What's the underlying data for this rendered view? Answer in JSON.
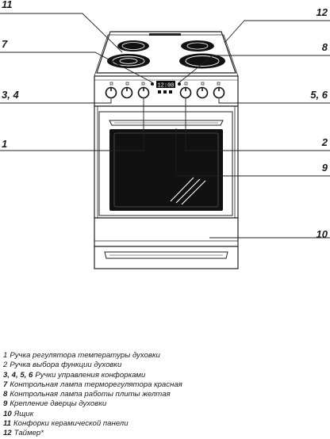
{
  "callouts": {
    "c1": "1",
    "c2": "2",
    "c34": "3, 4",
    "c56": "5, 6",
    "c7": "7",
    "c8": "8",
    "c9": "9",
    "c10": "10",
    "c11": "11",
    "c12": "12"
  },
  "display": {
    "time": "12:00"
  },
  "legend": [
    {
      "num": "1",
      "text": "Ручка регулятора температуры духовки",
      "bold_num": false
    },
    {
      "num": "2",
      "text": "Ручка выбора функции духовки",
      "bold_num": false
    },
    {
      "num": "3, 4, 5, 6",
      "text": "Ручки управления конфорками",
      "bold_num": true
    },
    {
      "num": "7",
      "text": "Контрольная лампа терморегулятора красная",
      "bold_num": true
    },
    {
      "num": "8",
      "text": "Контрольная лампа работы плиты  желтая",
      "bold_num": true
    },
    {
      "num": "9",
      "text": "Крепление дверцы духовки",
      "bold_num": true
    },
    {
      "num": "10",
      "text": "Ящик",
      "bold_num": true
    },
    {
      "num": "11",
      "text": "Конфорки керамической панели",
      "bold_num": true
    },
    {
      "num": "12",
      "text": "Таймер*",
      "bold_num": true
    }
  ],
  "colors": {
    "line": "#222222",
    "glass": "#111111",
    "panel": "#ffffff"
  }
}
